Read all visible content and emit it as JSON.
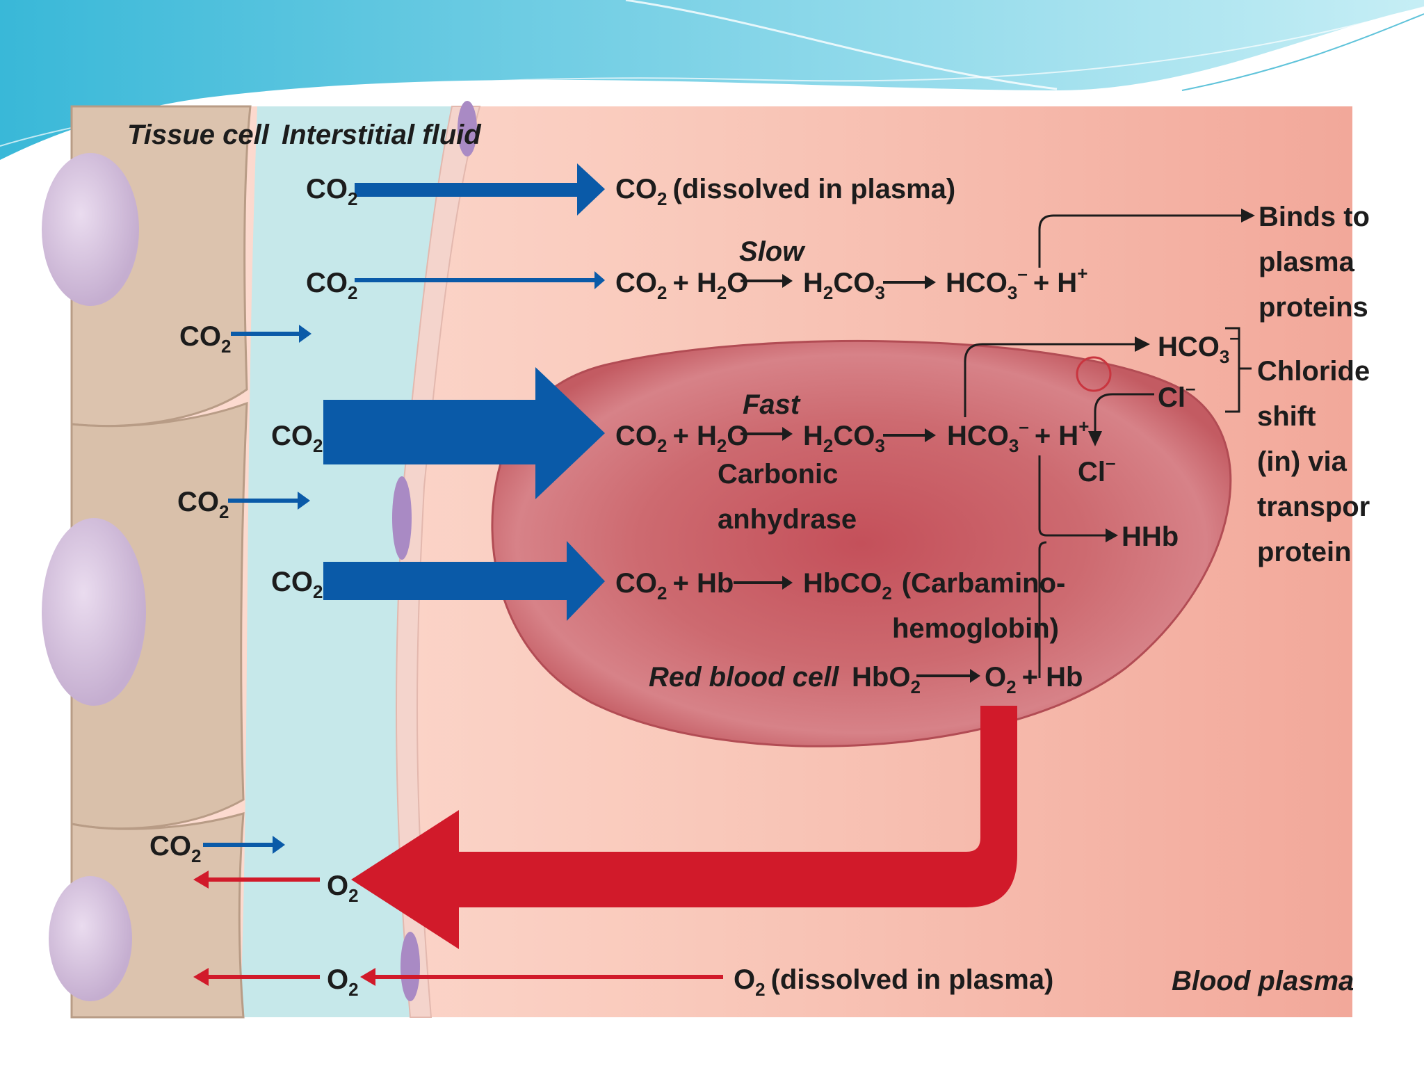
{
  "regions": {
    "tissue_cell": "Tissue cell",
    "interstitial_fluid": "Interstitial fluid",
    "red_blood_cell": "Red blood cell",
    "blood_plasma": "Blood plasma"
  },
  "molecules": {
    "co2_base": "CO",
    "co2_sub": "2",
    "o2_base": "O",
    "o2_sub": "2"
  },
  "reactions": {
    "dissolved_co2": "(dissolved in plasma)",
    "slow_label": "Slow",
    "fast_label": "Fast",
    "plus_h2o": "+ H",
    "h2o_sub": "2",
    "h2o_o": "O",
    "h2co3_h": "H",
    "h2co3_sub1": "2",
    "h2co3_co": "CO",
    "h2co3_sub2": "3",
    "hco3_base": "HCO",
    "hco3_sub": "3",
    "hco3_sup": "–",
    "plus_h": "+ H",
    "h_sup": "+",
    "carbonic": "Carbonic",
    "anhydrase": "anhydrase",
    "plus_hb": "+ Hb",
    "hbco2_base": "HbCO",
    "hbco2_sub": "2",
    "carbamino1": "(Carbamino-",
    "carbamino2": "hemoglobin)",
    "hbo2_base": "HbO",
    "hbo2_sub": "2",
    "o2_plus_hb": "+ Hb",
    "hhb": "HHb",
    "cl": "Cl",
    "cl_sup": "–",
    "dissolved_o2": "(dissolved in plasma)"
  },
  "side_notes": {
    "binds1": "Binds to",
    "binds2": "plasma",
    "binds3": "proteins",
    "chloride1": "Chloride",
    "chloride2": "shift",
    "chloride3": "(in) via",
    "chloride4": "transpor",
    "chloride5": "protein"
  },
  "colors": {
    "co2_arrow": "#0a5aa8",
    "o2_arrow": "#d11a2a",
    "plasma": "#f6b8a8",
    "interstitial": "#c6e8ea",
    "rbc": "#c65a60",
    "tissue": "#e0c8b4"
  }
}
